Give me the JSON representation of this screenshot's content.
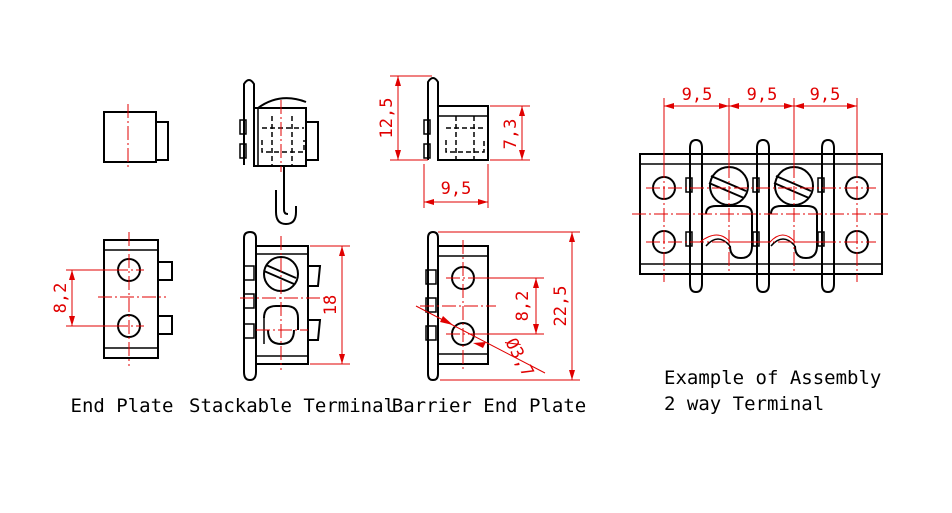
{
  "captions": {
    "end_plate": "End Plate",
    "stackable_terminal": "Stackable Terminal",
    "barrier_end_plate": "Barrier End Plate",
    "assembly_line1": "Example of Assembly",
    "assembly_line2": "2 way Terminal"
  },
  "dimensions": {
    "end_plate_pitch": "8,2",
    "terminal_height": "18",
    "barrier_top_height": "12,5",
    "barrier_body_height": "7,3",
    "barrier_width": "9,5",
    "barrier_pitch": "8,2",
    "barrier_hole_dia": "Ø3,7",
    "barrier_total_height": "22,5",
    "assembly_pitch_1": "9,5",
    "assembly_pitch_2": "9,5",
    "assembly_pitch_3": "9,5"
  },
  "colors": {
    "outline": "#000000",
    "dimension": "#e00000",
    "background": "#ffffff"
  }
}
